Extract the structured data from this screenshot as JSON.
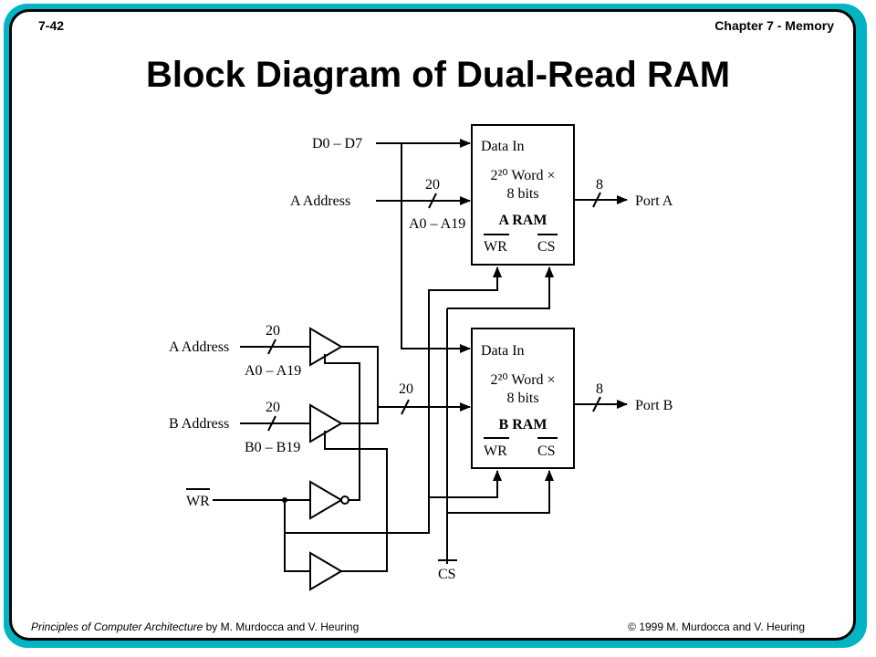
{
  "header": {
    "slide_number": "7-42",
    "chapter": "Chapter 7 - Memory"
  },
  "title": "Block Diagram of Dual-Read RAM",
  "diagram": {
    "data_bus_label": "D0 – D7",
    "ram_a": {
      "data_in": "Data In",
      "size_line1": "2²⁰ Word ×",
      "size_line2": "8 bits",
      "name": "A RAM",
      "wr": "WR",
      "cs": "CS",
      "address_label": "A Address",
      "bus_width": "20",
      "address_range": "A0 – A19",
      "output_width": "8",
      "output_label": "Port A"
    },
    "ram_b": {
      "data_in": "Data In",
      "size_line1": "2²⁰ Word ×",
      "size_line2": "8 bits",
      "name": "B RAM",
      "wr": "WR",
      "cs": "CS",
      "output_width": "8",
      "output_label": "Port B"
    },
    "left_inputs": {
      "a_address": "A Address",
      "a_width": "20",
      "a_range": "A0 – A19",
      "b_address": "B Address",
      "b_width": "20",
      "b_range": "B0 – B19",
      "wr": "WR",
      "merged_width": "20"
    },
    "cs_label": "CS"
  },
  "footer": {
    "book_title": "Principles of Computer Architecture",
    "authors": " by M. Murdocca and V. Heuring",
    "copyright": "© 1999 M. Murdocca and V. Heuring"
  }
}
